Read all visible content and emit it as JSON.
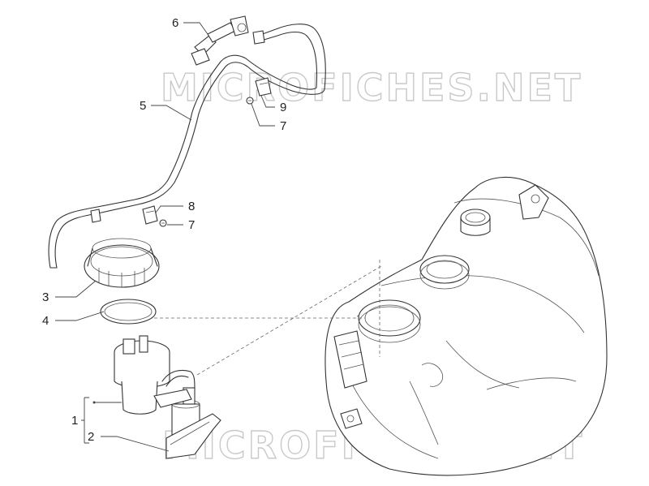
{
  "watermark": "MICROFICHES.NET",
  "callouts": {
    "c1": "1",
    "c2": "2",
    "c3": "3",
    "c4": "4",
    "c5": "5",
    "c6": "6",
    "c7a": "7",
    "c7b": "7",
    "c8": "8",
    "c9": "9"
  }
}
